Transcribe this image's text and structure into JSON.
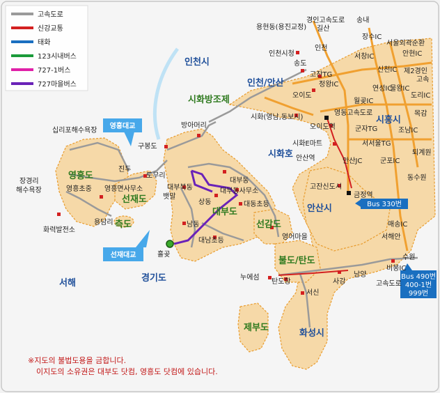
{
  "legend": [
    {
      "label": "고속도로",
      "color": "#9a9a9a"
    },
    {
      "label": "신강교통",
      "color": "#d32020"
    },
    {
      "label": "태화",
      "color": "#1a6fc0"
    },
    {
      "label": "123시내버스",
      "color": "#1a9a3a"
    },
    {
      "label": "727-1버스",
      "color": "#e020a8"
    },
    {
      "label": "727마을버스",
      "color": "#6a22b8"
    }
  ],
  "regions": {
    "incheon": "인천시",
    "incheon_ansan": "인천/안산",
    "sihwa_dike": "시화방조제",
    "sihwa_lake": "시화호",
    "siheung": "시흥시",
    "ansan": "안산시",
    "hwaseong": "화성시",
    "gyeonggi_bay": "경기도",
    "west_sea": "서해"
  },
  "islands": {
    "yeongheung": "영흥도",
    "seonjae": "선재도",
    "cheuk": "측도",
    "daebu": "대부도",
    "seongam": "선감도",
    "buldo_tando": "불도/탄도",
    "jebu": "제부도"
  },
  "bridges": {
    "yeongheung_bridge": "영흥대교",
    "seonjae_bridge": "선재대교"
  },
  "places": {
    "yonghyeon": "용현동(용진교정)",
    "gyeongin_exp": "경인고속도로",
    "gilsan": "길산",
    "songnae": "송내",
    "jangsu": "장수IC",
    "seoul_outer": "서울외곽순환",
    "incheon_city_hall": "인천시청",
    "incheon": "인천",
    "seochang": "서창IC",
    "ansan_ic": "안현IC",
    "songdo": "송도",
    "sinchon": "신천IC",
    "je2_gyeongin": "제2경인",
    "gosok": "고속",
    "gojan_tg": "고잔TG",
    "jeongwang": "정왕IC",
    "yeonseong": "연성IC",
    "mulwang": "물왕IC",
    "dori": "도리IC",
    "oido": "오이도",
    "wolgot": "월곶IC",
    "mokgam": "목감",
    "sihwa_yeongheung": "시화(영남,동보시)",
    "oido_station": "오이도역",
    "yeongdong_exp": "영동고속도로",
    "gunja_tg": "군자TG",
    "jonam": "조남IC",
    "sihwa_mart": "시화E마트",
    "seohaean_tg": "서서울TG",
    "toegyewon": "퇴계원",
    "ansan_station": "안산역",
    "ansan_jc": "안산JC",
    "gunpo": "군포IC",
    "gojan_new": "고잔신도시",
    "dongsuwon": "동수원",
    "geumjeong": "금정역",
    "bangamuri": "방아머리",
    "gubongdo": "구봉도",
    "daebu_north": "대부북동",
    "daebu_east": "대부동",
    "daebu_office": "대부동사무소",
    "daedong_school": "대동초등",
    "sangdong": "상동",
    "namdong": "남동",
    "daenam_school": "대남초등",
    "heulgot": "흘곶",
    "simnipo": "십리포해수욕장",
    "jindu": "진두",
    "domuri": "도무리",
    "janggyeongri": "장경리",
    "haesu": "해수욕장",
    "yeongheung_school": "영흥초중",
    "yeongheung_office": "영흥면사무소",
    "baekmal": "뱃말",
    "yongdamri": "용담리",
    "hwaryeok": "화력발전소",
    "yeongam": "영어마을",
    "nuesom": "누에섬",
    "tando_port": "탄도항",
    "seosin": "서신",
    "sagang": "사강",
    "namyang": "남양",
    "maesong": "매송IC",
    "seohaean": "서해안",
    "suwon": "수원",
    "bibong": "비봉IC",
    "gosokdoro": "고속도로"
  },
  "bus": {
    "b330": "Bus 330번",
    "b490_1": "Bus 490번",
    "b490_2": "400-1번",
    "b490_3": "999번"
  },
  "notice": {
    "line1": "※지도의 불법도용을 금합니다.",
    "line2": "이지도의 소유권은 대부도 닷컴, 영흥도 닷컴에 있습니다."
  },
  "colors": {
    "land": "#f6d9a8",
    "land_stroke": "#e89b2c",
    "sea": "#f3f3f3",
    "road": "#9a9a9a",
    "highway": "#f0a030"
  }
}
